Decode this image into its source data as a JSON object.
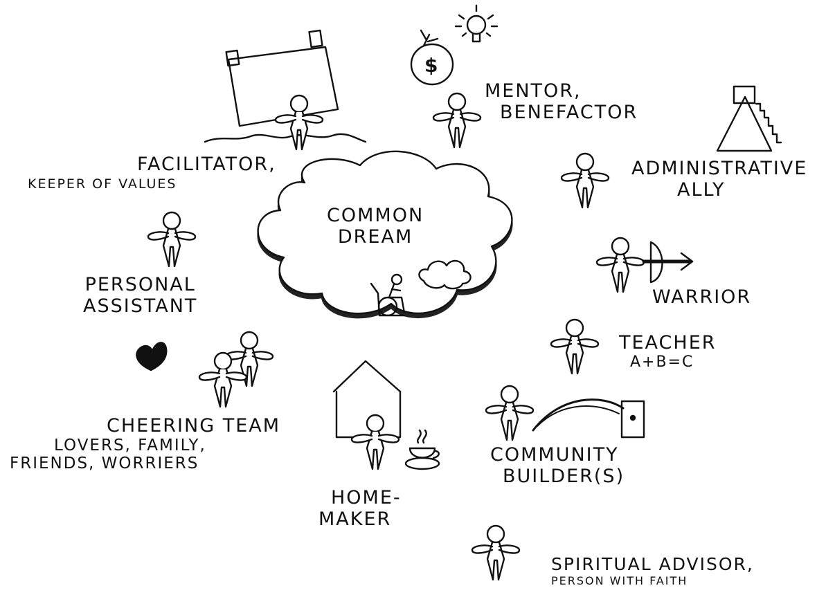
{
  "center": {
    "line1": "COMMON",
    "line2": "DREAM"
  },
  "roles": {
    "facilitator": {
      "line1": "FACILITATOR,",
      "line2": "KEEPER OF VALUES"
    },
    "mentor": {
      "line1": "MENTOR,",
      "line2": "BENEFACTOR"
    },
    "admin": {
      "line1": "ADMINISTRATIVE",
      "line2": "ALLY"
    },
    "personal": {
      "line1": "PERSONAL",
      "line2": "ASSISTANT"
    },
    "warrior": {
      "line1": "WARRIOR"
    },
    "teacher": {
      "line1": "TEACHER",
      "line2": "A+B=C"
    },
    "cheering": {
      "line1": "CHEERING TEAM",
      "line2": "LOVERS, FAMILY,",
      "line3": "FRIENDS, WORRIERS"
    },
    "homemaker": {
      "line1": "HOME-",
      "line2": "MAKER"
    },
    "community": {
      "line1": "COMMUNITY",
      "line2": "BUILDER(S)"
    },
    "spiritual": {
      "line1": "SPIRITUAL ADVISOR,",
      "line2": "PERSON WITH FAITH"
    }
  },
  "icons": {
    "money_symbol": "$"
  }
}
